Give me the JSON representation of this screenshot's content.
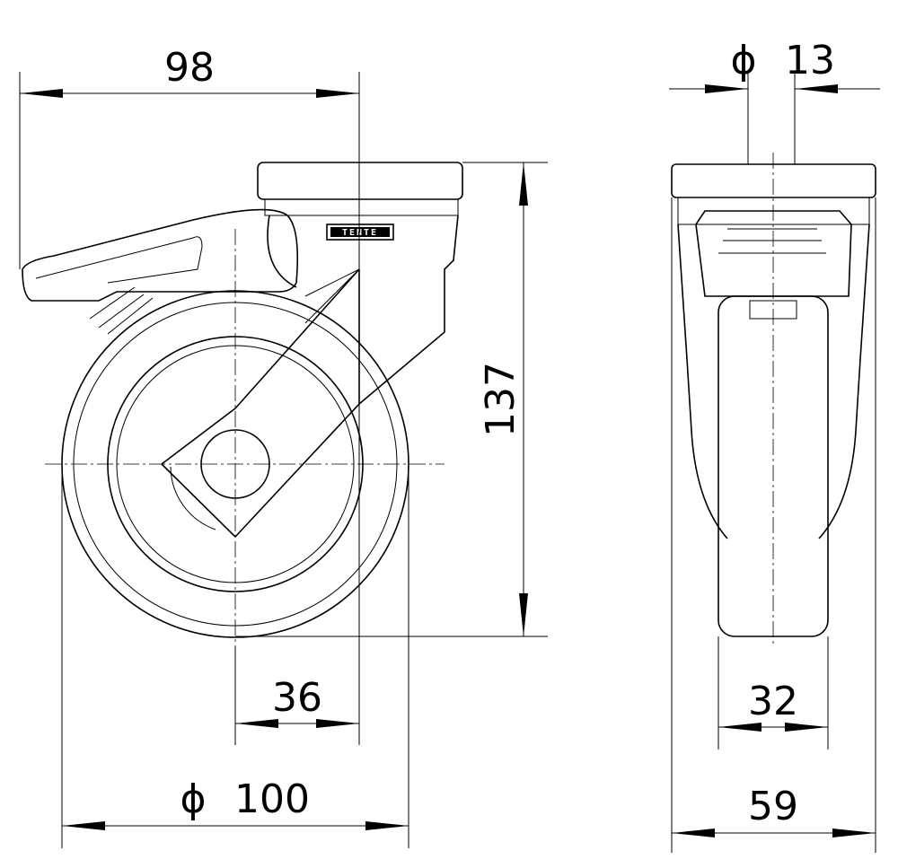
{
  "title": "Swivel castor with brake - dimensional drawing",
  "logo": "TENTE",
  "dimensions": {
    "overall_offset": "98",
    "bolt_hole": {
      "symbol": "ϕ",
      "value": "13"
    },
    "height": "137",
    "swivel_offset": "36",
    "wheel_diameter": {
      "symbol": "ϕ",
      "value": "100"
    },
    "tread_width": "32",
    "total_width": "59"
  },
  "colors": {
    "line": "#000000",
    "background": "#ffffff"
  }
}
